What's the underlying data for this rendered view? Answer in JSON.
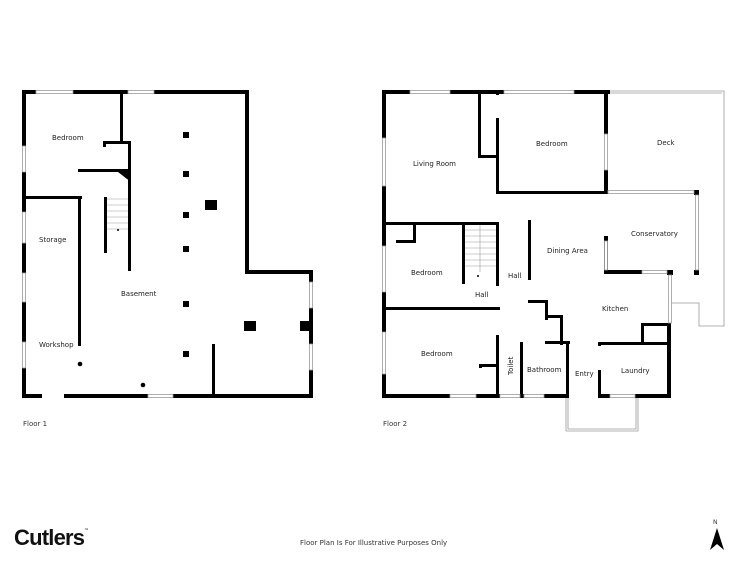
{
  "floors": [
    {
      "label": "Floor 1",
      "rooms": [
        "Bedroom",
        "Storage",
        "Basement",
        "Workshop"
      ]
    },
    {
      "label": "Floor 2",
      "rooms": [
        "Living Room",
        "Bedroom",
        "Deck",
        "Dining Area",
        "Conservatory",
        "Bedroom",
        "Hall",
        "Hall",
        "Kitchen",
        "Bedroom",
        "Toilet",
        "Bathroom",
        "Entry",
        "Laundry"
      ]
    }
  ],
  "footer": {
    "brand": "Cutlers",
    "trademark": "™",
    "disclaimer": "Floor Plan Is For Illustrative Purposes Only",
    "compass_label": "N"
  },
  "colors": {
    "wall": "#000000",
    "window": "#9a9a9a",
    "background": "#ffffff"
  }
}
